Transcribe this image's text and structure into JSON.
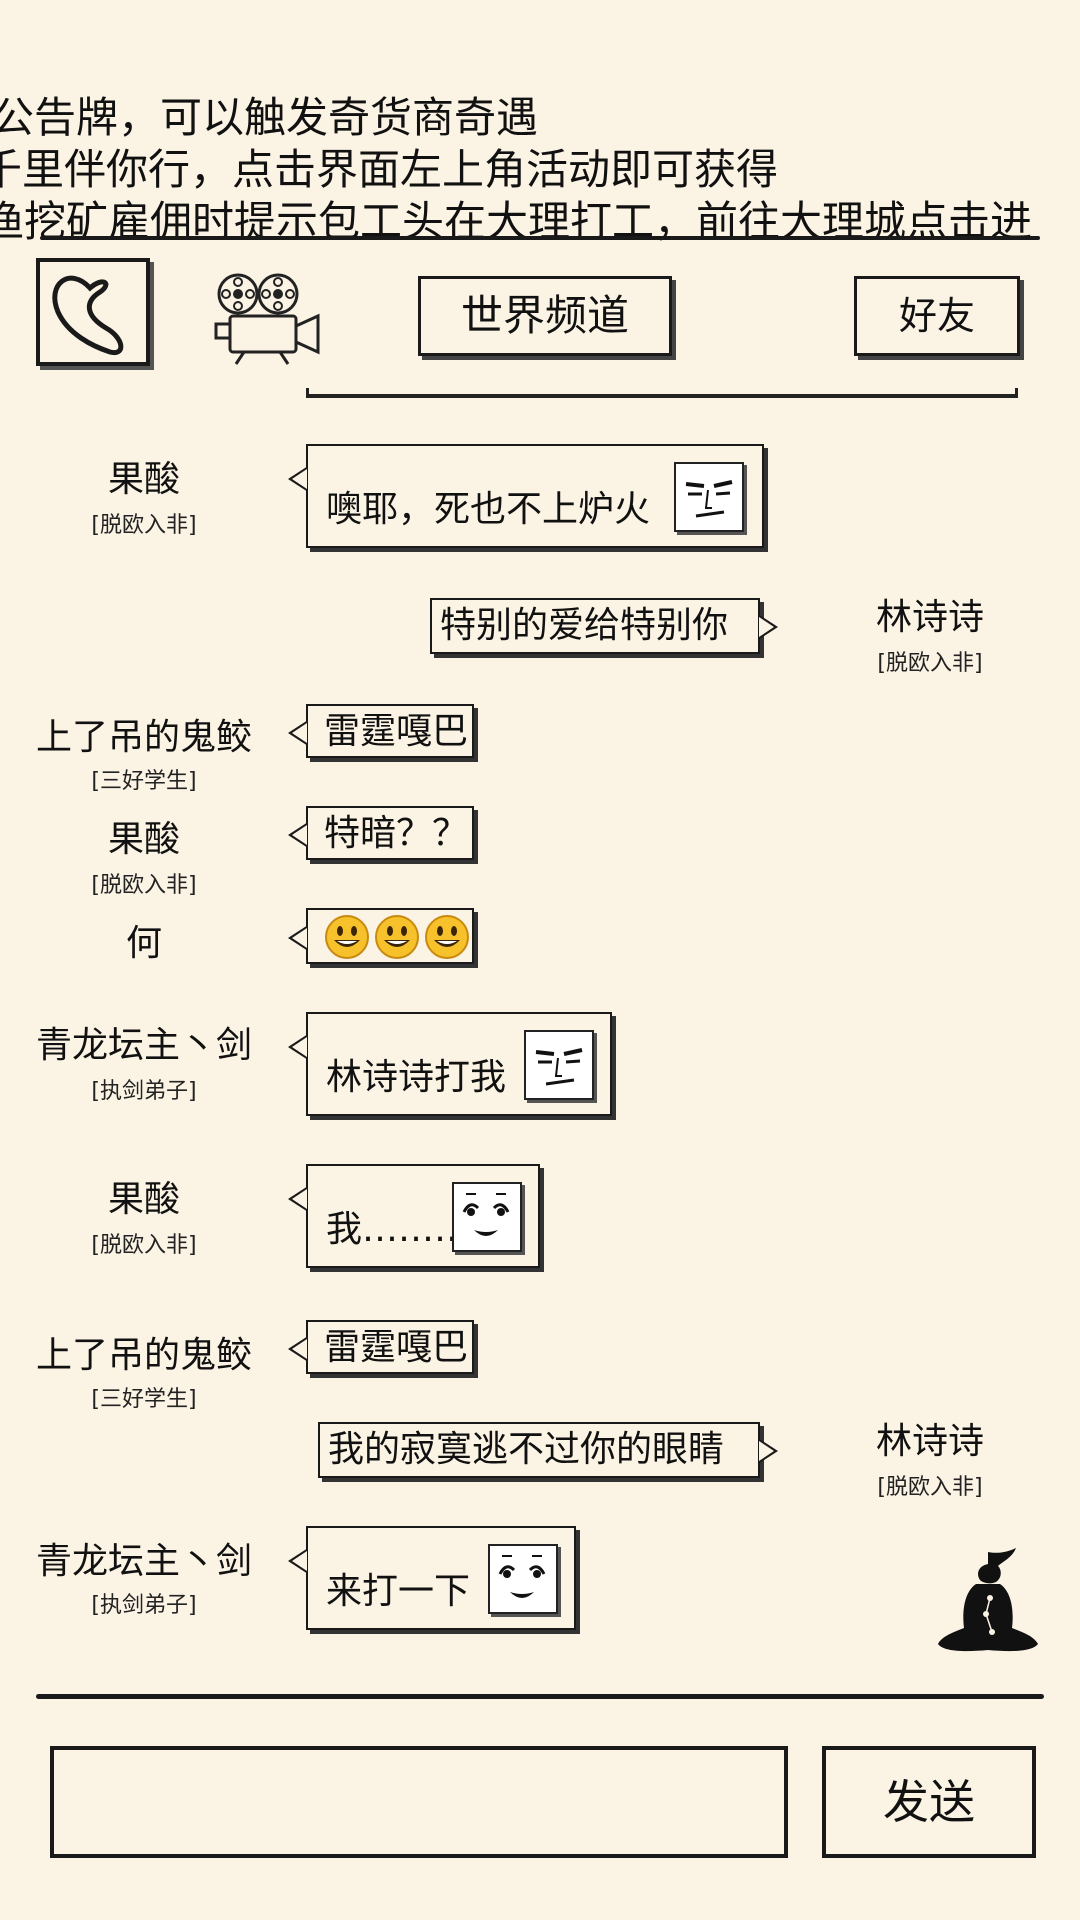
{
  "ticker": [
    "公告牌，可以触发奇货商奇遇",
    "千里伴你行，点击界面左上角活动即可获得",
    "渔挖矿雇佣时提示包工头在大理打工，前往大理城点击进"
  ],
  "header": {
    "back_icon": "back-curve-icon",
    "camera_icon": "movie-camera-icon",
    "tab_world": "世界频道",
    "tab_friends": "好友"
  },
  "messages": [
    {
      "side": "left",
      "name": "果酸",
      "title": "[脱欧入非]",
      "text": "噢耶，死也不上炉火",
      "face": "smug-face"
    },
    {
      "side": "right",
      "name": "林诗诗",
      "title": "[脱欧入非]",
      "text": "特别的爱给特别你"
    },
    {
      "side": "left",
      "name": "上了吊的鬼鲛",
      "title": "[三好学生]",
      "text": "雷霆嘎巴"
    },
    {
      "side": "left",
      "name": "果酸",
      "title": "[脱欧入非]",
      "text": "特暗？？"
    },
    {
      "side": "left",
      "name": "何",
      "title": "",
      "text": "",
      "emojis": [
        "grin-emoji",
        "grin-emoji",
        "grin-emoji"
      ]
    },
    {
      "side": "left",
      "name": "青龙坛主丶剑",
      "title": "[执剑弟子]",
      "text": "林诗诗打我",
      "face": "smug-face"
    },
    {
      "side": "left",
      "name": "果酸",
      "title": "[脱欧入非]",
      "text": "我………",
      "face": "happy-face"
    },
    {
      "side": "left",
      "name": "上了吊的鬼鲛",
      "title": "[三好学生]",
      "text": "雷霆嘎巴"
    },
    {
      "side": "right",
      "name": "林诗诗",
      "title": "[脱欧入非]",
      "text": "我的寂寞逃不过你的眼睛"
    },
    {
      "side": "left",
      "name": "青龙坛主丶剑",
      "title": "[执剑弟子]",
      "text": "来打一下",
      "face": "happy-face"
    }
  ],
  "meditate_icon": "meditating-figure-icon",
  "composer": {
    "input_value": "",
    "send_label": "发送"
  }
}
